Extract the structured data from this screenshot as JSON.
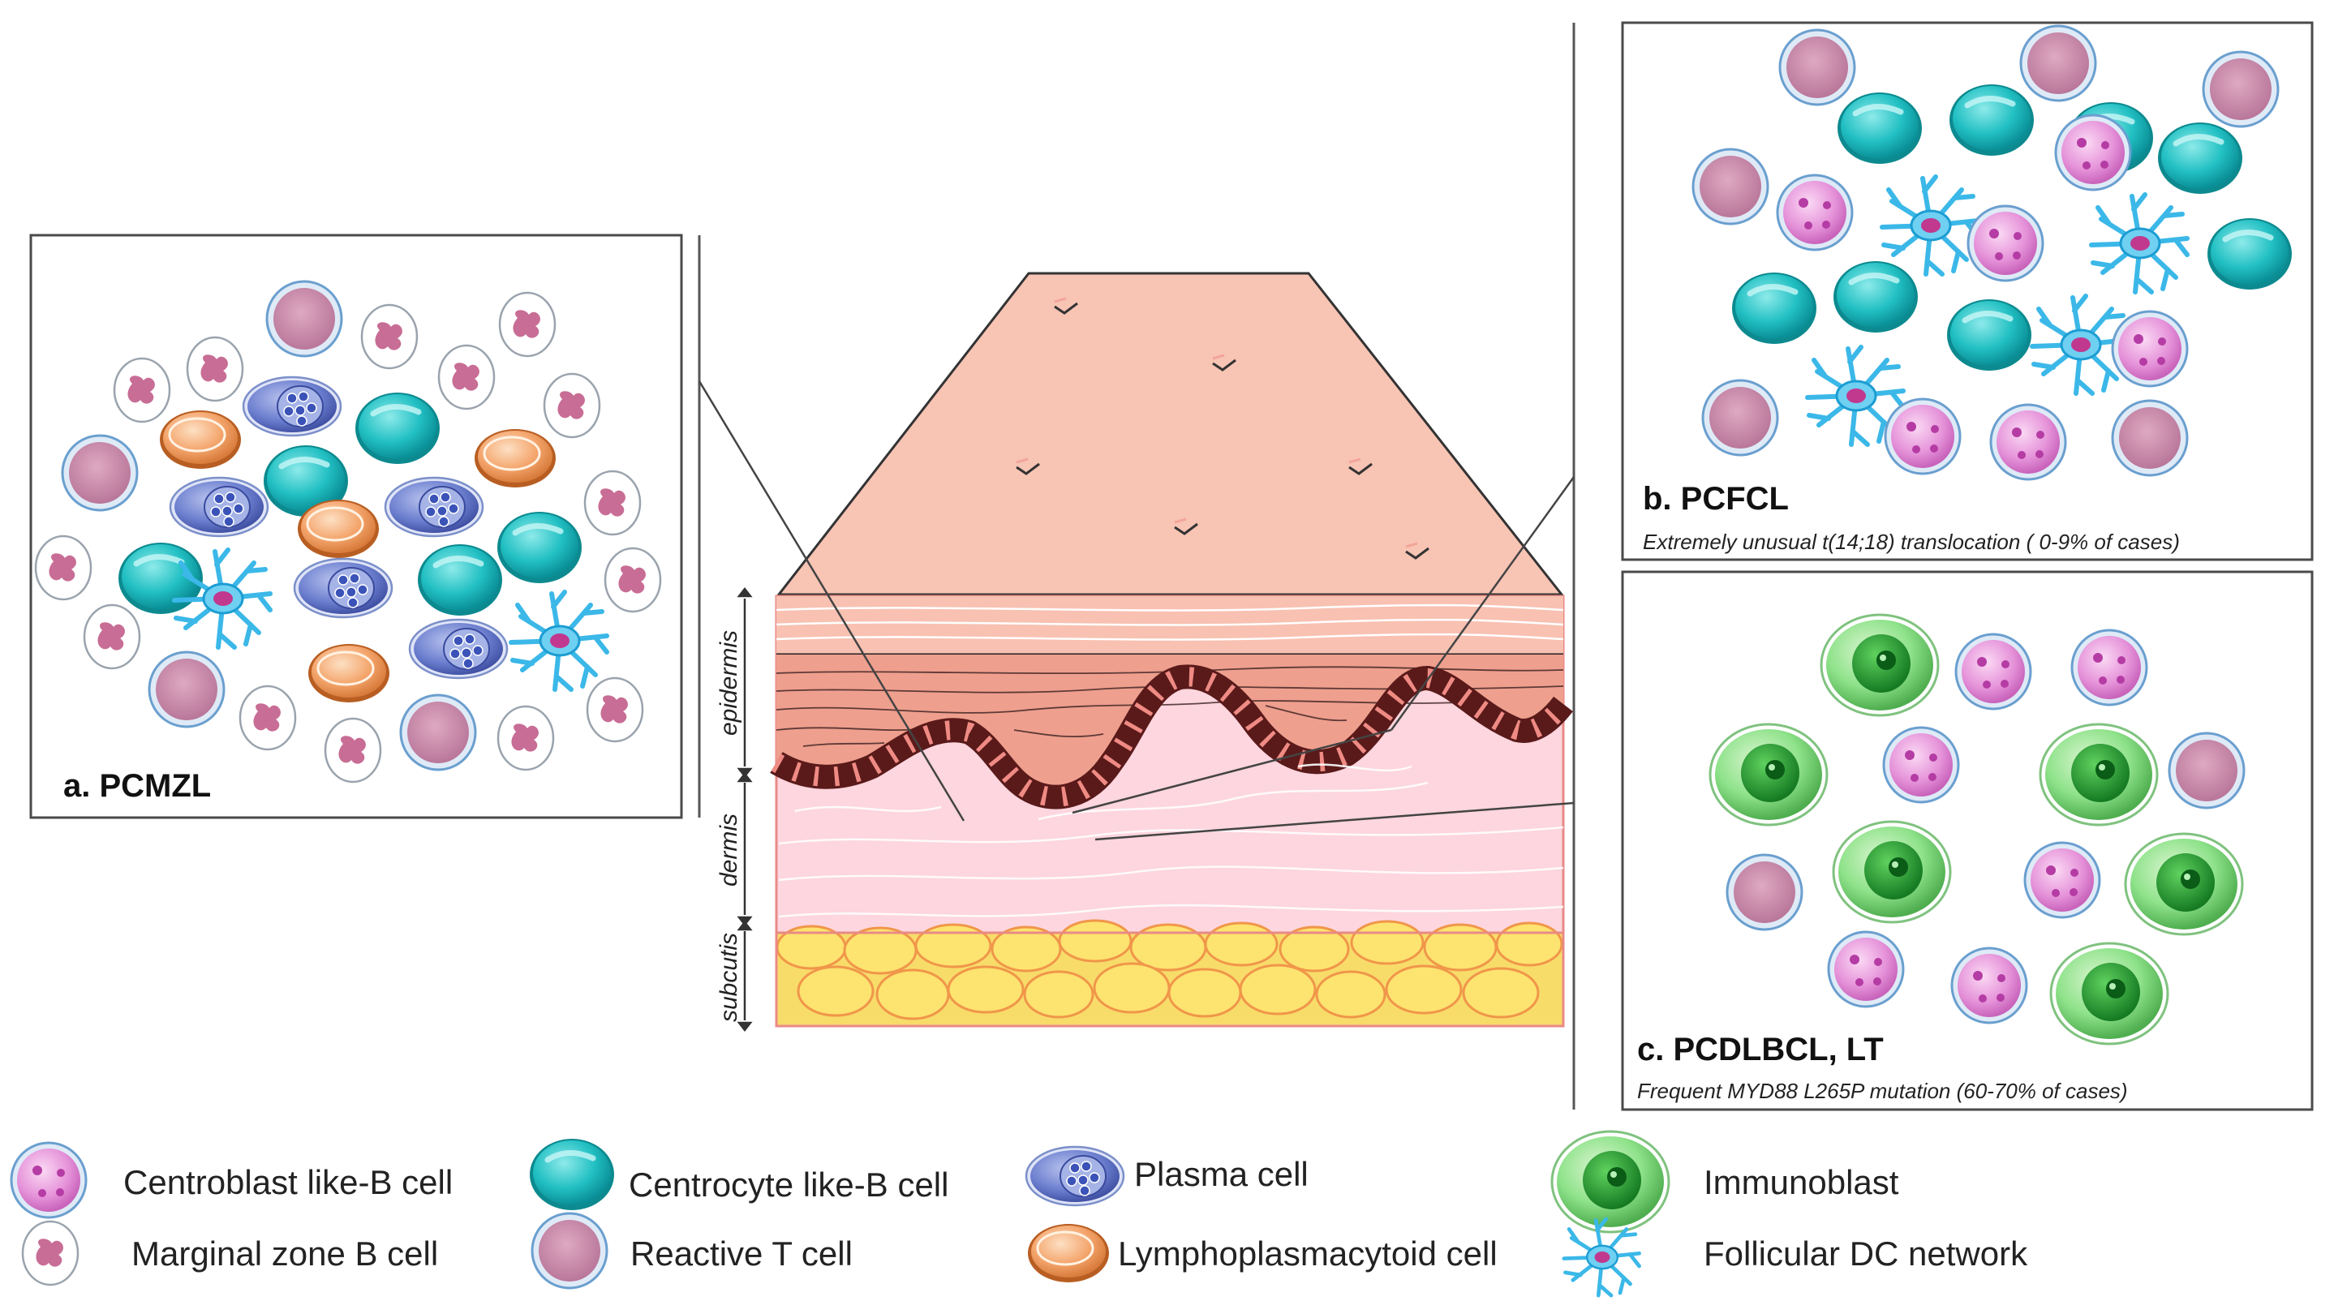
{
  "panels": {
    "a": {
      "title": "a. PCMZL",
      "note": ""
    },
    "b": {
      "title": "b. PCFCL",
      "note": "Extremely unusual t(14;18) translocation ( 0-9% of cases)"
    },
    "c": {
      "title": "c. PCDLBCL, LT",
      "note": "Frequent MYD88 L265P mutation (60-70% of cases)"
    }
  },
  "skin_layers": {
    "epidermis": "epidermis",
    "dermis": "dermis",
    "subcutis": "subcutis"
  },
  "legend": [
    {
      "key": "centroblast",
      "label": "Centroblast like-B cell",
      "color": "#e58ed9"
    },
    {
      "key": "centrocyte",
      "label": "Centrocyte like-B cell",
      "color": "#1bbfbf"
    },
    {
      "key": "plasma",
      "label": "Plasma cell",
      "color": "#5163b8"
    },
    {
      "key": "immunoblast",
      "label": "Immunoblast",
      "color": "#5ec95e"
    },
    {
      "key": "marginal",
      "label": "Marginal zone B cell",
      "color": "#c26590"
    },
    {
      "key": "reactive_t",
      "label": "Reactive T cell",
      "color": "#c98aa7"
    },
    {
      "key": "lymphoplasmacytoid",
      "label": "Lymphoplasmacytoid cell",
      "color": "#f0a070"
    },
    {
      "key": "fdc",
      "label": "Follicular DC network",
      "color": "#3bbfe6"
    }
  ]
}
